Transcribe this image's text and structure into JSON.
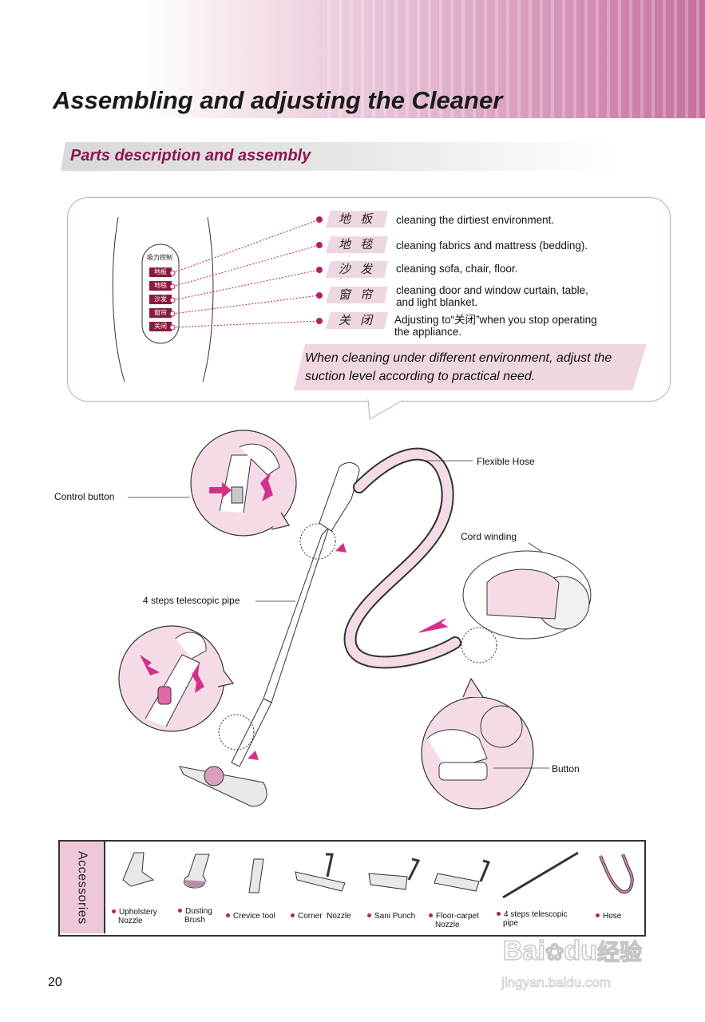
{
  "header": {
    "title": "Assembling and adjusting the Cleaner"
  },
  "section": {
    "title": "Parts description and assembly"
  },
  "panel": {
    "heading": "吸力控制",
    "buttons": [
      "地板",
      "地毯",
      "沙发",
      "窗帘",
      "关闭"
    ]
  },
  "modes": [
    {
      "tag": "地 板",
      "desc_lines": [
        "cleaning the dirtiest environment."
      ]
    },
    {
      "tag": "地 毯",
      "desc_lines": [
        "cleaning fabrics and mattress (bedding)."
      ]
    },
    {
      "tag": "沙 发",
      "desc_lines": [
        "cleaning sofa, chair, floor."
      ]
    },
    {
      "tag": "窗 帘",
      "desc_lines": [
        "cleaning door and window curtain, table,",
        "and light blanket."
      ]
    },
    {
      "tag": "关 闭",
      "desc_lines": [
        "Adjusting to“关闭”when you stop operating",
        "the appliance."
      ]
    }
  ],
  "note": {
    "text": "When cleaning under different environment, adjust the suction level according to practical need."
  },
  "callouts": {
    "flexible_hose": "Flexible Hose",
    "control_button": "Control button",
    "cord_winding": "Cord winding",
    "telescopic_pipe": "4 steps telescopic pipe",
    "button": "Button"
  },
  "accessories": {
    "label": "Accessories",
    "items": [
      {
        "lines": [
          "Upholstery",
          "Nozzle"
        ],
        "icon": "upholstery-nozzle-icon"
      },
      {
        "lines": [
          "Dusting",
          "Brush"
        ],
        "icon": "dusting-brush-icon"
      },
      {
        "lines": [
          "Crevice tool"
        ],
        "icon": "crevice-tool-icon"
      },
      {
        "lines": [
          "Corner  Nozzle"
        ],
        "icon": "corner-nozzle-icon"
      },
      {
        "lines": [
          "Sani Punch"
        ],
        "icon": "sani-punch-icon"
      },
      {
        "lines": [
          "Floor-carpet",
          "Nozzle"
        ],
        "icon": "floor-carpet-nozzle-icon"
      },
      {
        "lines": [
          "4 steps telescopic",
          "pipe"
        ],
        "icon": "telescopic-pipe-icon"
      },
      {
        "lines": [
          "Hose"
        ],
        "icon": "hose-icon"
      }
    ]
  },
  "page_number": "20",
  "watermark": {
    "brand": "Bai",
    "brand2": "du",
    "suffix": "经验",
    "url": "jingyan.baidu.com"
  },
  "colors": {
    "accent": "#b2206b",
    "tag_bg": "#efd6e3",
    "sidebar_bg": "#efc7db"
  }
}
